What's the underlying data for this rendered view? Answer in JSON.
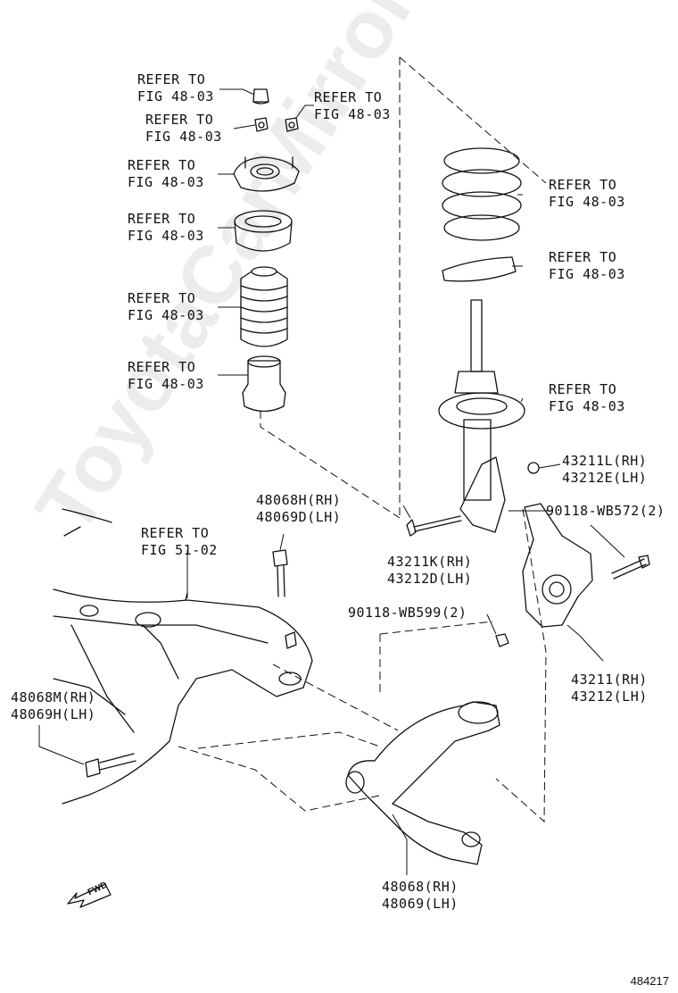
{
  "labels": {
    "refer_bump_cap": [
      "REFER TO",
      "FIG 48-03"
    ],
    "refer_nut_left": [
      "REFER TO",
      "FIG 48-03"
    ],
    "refer_nut_right": [
      "REFER TO",
      "FIG 48-03"
    ],
    "refer_support": [
      "REFER TO",
      "FIG 48-03"
    ],
    "refer_bearing": [
      "REFER TO",
      "FIG 48-03"
    ],
    "refer_boot": [
      "REFER TO",
      "FIG 48-03"
    ],
    "refer_bumper": [
      "REFER TO",
      "FIG 48-03"
    ],
    "refer_spring": [
      "REFER TO",
      "FIG 48-03"
    ],
    "refer_insulator": [
      "REFER TO",
      "FIG 48-03"
    ],
    "refer_strut": [
      "REFER TO",
      "FIG 48-03"
    ],
    "refer_crossmember": [
      "REFER TO",
      "FIG 51-02"
    ],
    "bolt_vertical": [
      "48068H(RH)",
      "48069D(LH)"
    ],
    "strut_bolt": [
      "43211K(RH)",
      "43212D(LH)"
    ],
    "strut_nut": [
      "43211L(RH)",
      "43212E(LH)"
    ],
    "knuckle_bolt": [
      "90118-WB572(2)"
    ],
    "knuckle_nut": [
      "90118-WB599(2)"
    ],
    "knuckle": [
      "43211(RH)",
      "43212(LH)"
    ],
    "arm_bolt": [
      "48068M(RH)",
      "48069H(LH)"
    ],
    "lower_arm": [
      "48068(RH)",
      "48069(LH)"
    ]
  },
  "figure_number": "484217",
  "fwd_text": "FWD",
  "watermark": "ToyotaCarMirror.ru"
}
